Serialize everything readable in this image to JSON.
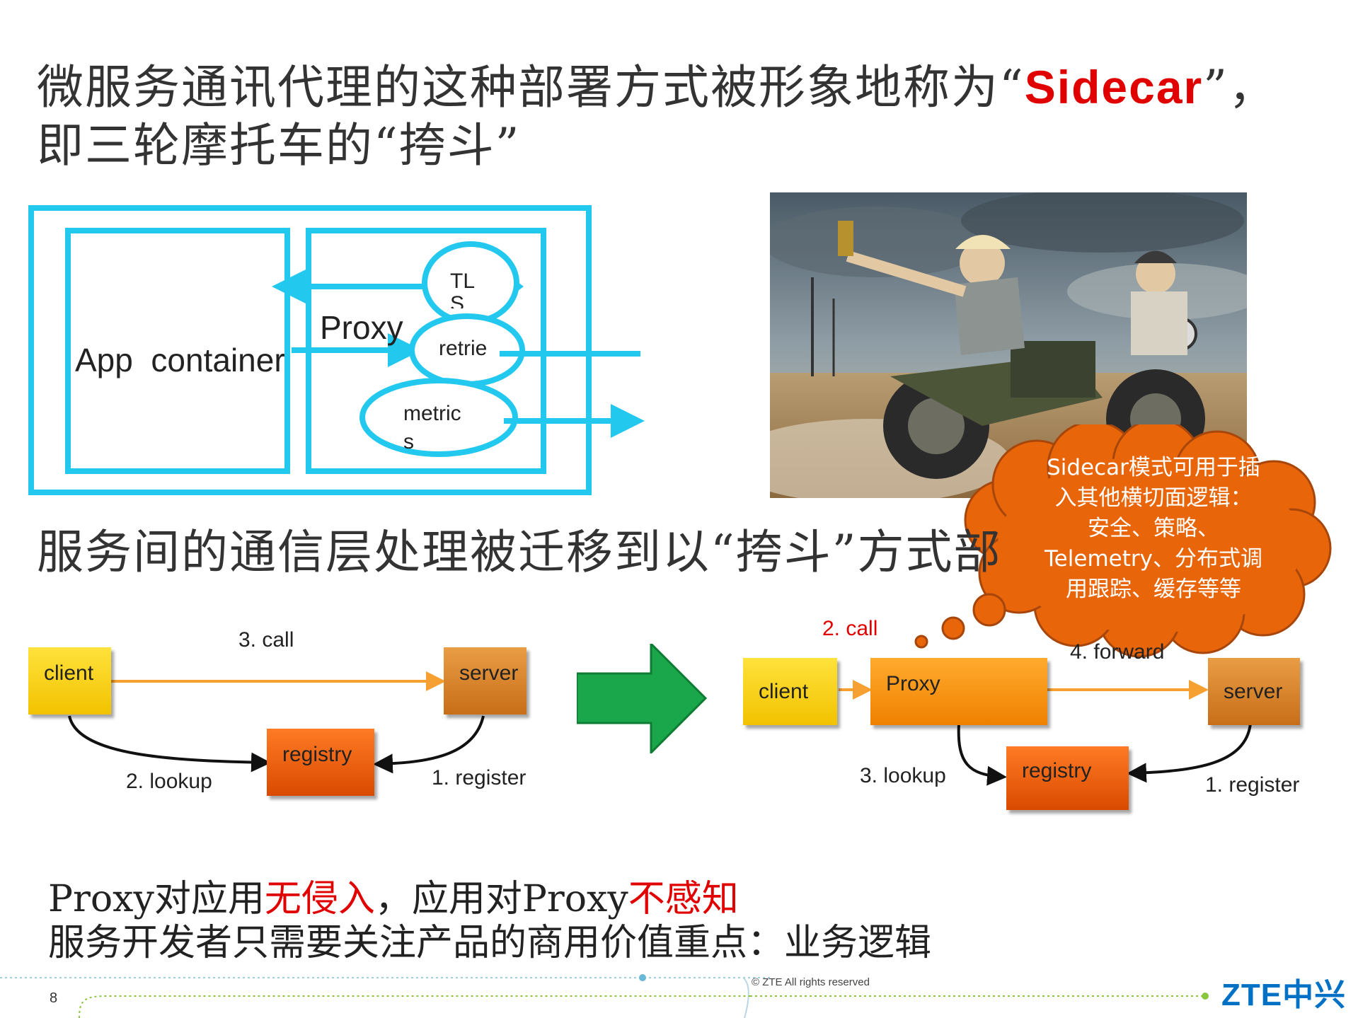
{
  "slide": {
    "title_part1": "微服务通讯代理的这种部署方式被形象地称为“",
    "title_highlight": "Sidecar",
    "title_part2": "”， 即三轮摩托车的“挎斗”",
    "middle_text": "服务间的通信层处理被迁移到以“挎斗”方式部",
    "bottom_line1_a": "Proxy对应用",
    "bottom_line1_b": "无侵入",
    "bottom_line1_c": "，应用对Proxy",
    "bottom_line1_d": "不感知",
    "bottom_line2": "服务开发者只需要关注产品的商用价值重点：业务逻辑",
    "page_number": "8",
    "copyright": "© ZTE All rights reserved",
    "logo_text": "ZTE中兴"
  },
  "sidecar_diagram": {
    "app_container": "App  container",
    "proxy": "Proxy",
    "tls": "TL\nS",
    "retries": "retrie",
    "metrics_1": "metric",
    "metrics_2": "s"
  },
  "cloud": {
    "text_1": "Sidecar模式可用于插",
    "text_2": "入其他横切面逻辑：",
    "text_3": "安全、策略、",
    "text_4": "Telemetry、分布式调",
    "text_5": "用跟踪、缓存等等"
  },
  "flow_before": {
    "client": "client",
    "server": "server",
    "registry": "registry",
    "call": "3. call",
    "lookup": "2. lookup",
    "register": "1. register"
  },
  "flow_after": {
    "client": "client",
    "proxy": "Proxy",
    "server": "server",
    "registry": "registry",
    "call": "2. call",
    "forward": "4. forward",
    "lookup": "3. lookup",
    "register": "1. register"
  },
  "colors": {
    "cyan": "#22c8ee",
    "red_highlight": "#e00000",
    "cloud_orange": "#e8650a",
    "arrow_green": "#1aa64a",
    "zte_blue": "#0071c5"
  }
}
